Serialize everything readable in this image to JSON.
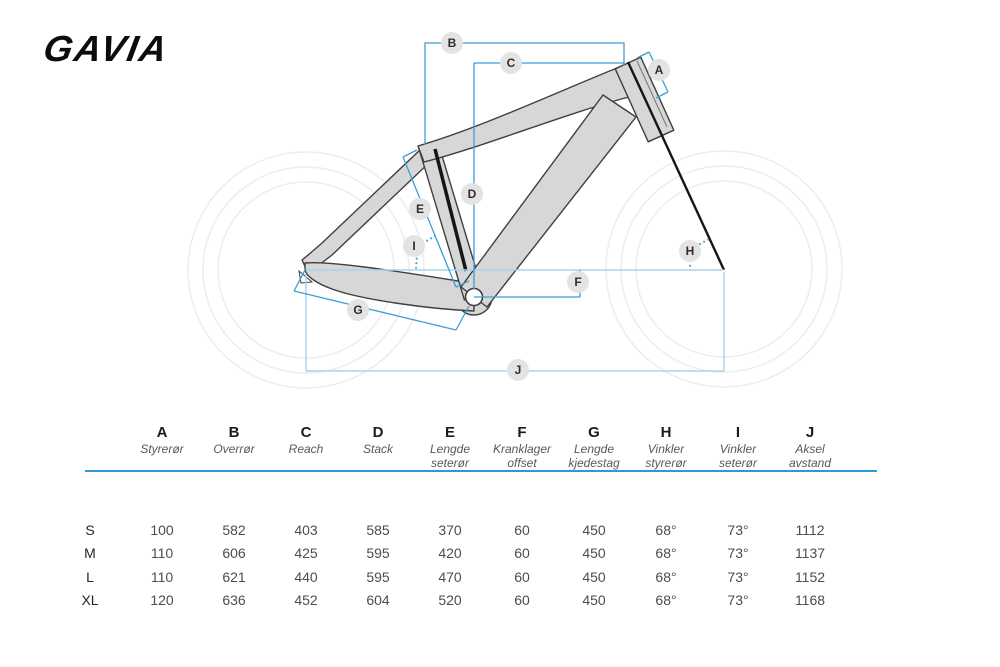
{
  "brand": {
    "logo_text": "GAVIA"
  },
  "diagram": {
    "description": "bike frame geometry drawing",
    "markers": [
      {
        "id": "A"
      },
      {
        "id": "B"
      },
      {
        "id": "C"
      },
      {
        "id": "D"
      },
      {
        "id": "E"
      },
      {
        "id": "F"
      },
      {
        "id": "G"
      },
      {
        "id": "H"
      },
      {
        "id": "I"
      },
      {
        "id": "J"
      }
    ]
  },
  "table": {
    "columns": [
      {
        "letter": "A",
        "label": "Styrerør"
      },
      {
        "letter": "B",
        "label": "Overrør"
      },
      {
        "letter": "C",
        "label": "Reach"
      },
      {
        "letter": "D",
        "label": "Stack"
      },
      {
        "letter": "E",
        "label": "Lengde seterør"
      },
      {
        "letter": "F",
        "label": "Kranklager offset"
      },
      {
        "letter": "G",
        "label": "Lengde kjedestag"
      },
      {
        "letter": "H",
        "label": "Vinkler styrerør"
      },
      {
        "letter": "I",
        "label": "Vinkler seterør"
      },
      {
        "letter": "J",
        "label": "Aksel avstand"
      }
    ],
    "rows": [
      {
        "size": "S",
        "values": [
          "100",
          "582",
          "403",
          "585",
          "370",
          "60",
          "450",
          "68°",
          "73°",
          "1112"
        ]
      },
      {
        "size": "M",
        "values": [
          "110",
          "606",
          "425",
          "595",
          "420",
          "60",
          "450",
          "68°",
          "73°",
          "1137"
        ]
      },
      {
        "size": "L",
        "values": [
          "110",
          "621",
          "440",
          "595",
          "470",
          "60",
          "450",
          "68°",
          "73°",
          "1152"
        ]
      },
      {
        "size": "XL",
        "values": [
          "120",
          "636",
          "452",
          "604",
          "520",
          "60",
          "450",
          "68°",
          "73°",
          "1168"
        ]
      }
    ]
  },
  "colors": {
    "dimension_blue": "#3d9ed6",
    "light_blue": "#a8d3ee",
    "table_rule_blue": "#2f99d6",
    "frame_fill": "#d7d7d7",
    "frame_stroke": "#3f3f3f",
    "marker_fill": "#e3e3e3",
    "axis_black": "#161616"
  }
}
